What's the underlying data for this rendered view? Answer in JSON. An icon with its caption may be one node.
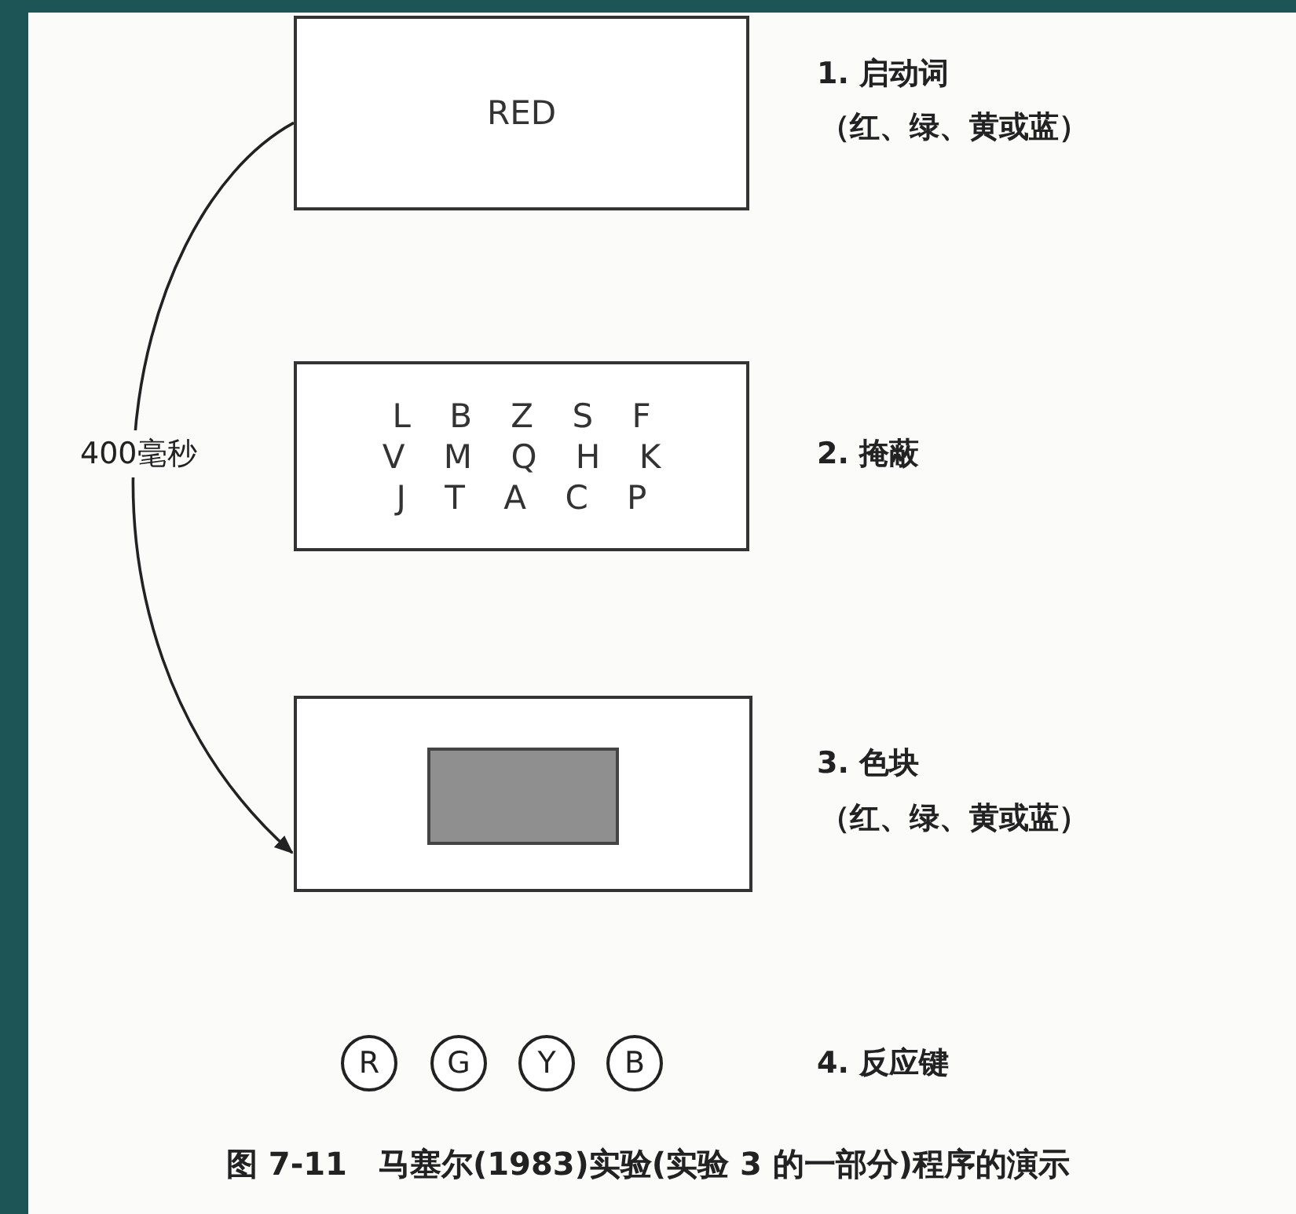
{
  "diagram": {
    "caption": "图 7-11　马塞尔(1983)实验(实验 3 的一部分)程序的演示",
    "nodes": [
      {
        "text": [
          "RED"
        ],
        "beside": [
          "1. 启动词",
          "（红、绿、黄或蓝）"
        ]
      },
      {
        "text": [
          "L B Z S F",
          "V M Q H K",
          "J T A C P"
        ],
        "beside": [
          "2. 掩蔽"
        ]
      },
      {
        "text": [],
        "shape": "box",
        "beside": [
          "3. 色块",
          "（红、绿、黄或蓝）"
        ]
      },
      {
        "text": [],
        "shape": "box",
        "in": 2
      },
      {
        "text": [
          "R"
        ]
      },
      {
        "text": [
          "G"
        ]
      },
      {
        "text": [
          "Y"
        ]
      },
      {
        "text": [
          "B"
        ]
      }
    ],
    "edges": [
      {
        "from": 0,
        "to": 2,
        "arrow": "to",
        "label": "400毫秒"
      }
    ],
    "labels": [
      "4. 反应键"
    ]
  }
}
